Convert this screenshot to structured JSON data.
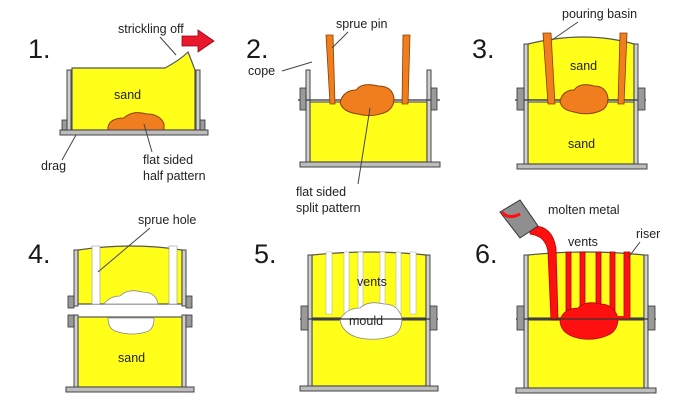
{
  "steps": [
    {
      "number": "1.",
      "labels": {
        "strickling": "strickling off",
        "sand": "sand",
        "drag": "drag",
        "pattern": "flat sided\nhalf pattern"
      }
    },
    {
      "number": "2.",
      "labels": {
        "sprue_pin": "sprue pin",
        "cope": "cope",
        "pattern": "flat sided\nsplit pattern"
      }
    },
    {
      "number": "3.",
      "labels": {
        "pouring_basin": "pouring basin",
        "sand_top": "sand",
        "sand_bottom": "sand"
      }
    },
    {
      "number": "4.",
      "labels": {
        "sprue_hole": "sprue hole",
        "sand": "sand"
      }
    },
    {
      "number": "5.",
      "labels": {
        "vents": "vents",
        "mould": "mould"
      }
    },
    {
      "number": "6.",
      "labels": {
        "molten_metal": "molten metal",
        "vents": "vents",
        "riser": "riser"
      }
    }
  ],
  "colors": {
    "sand": "#ffff1a",
    "pattern": "#f07d1e",
    "metal": "#ff1010",
    "arrow": "#e8192c"
  }
}
